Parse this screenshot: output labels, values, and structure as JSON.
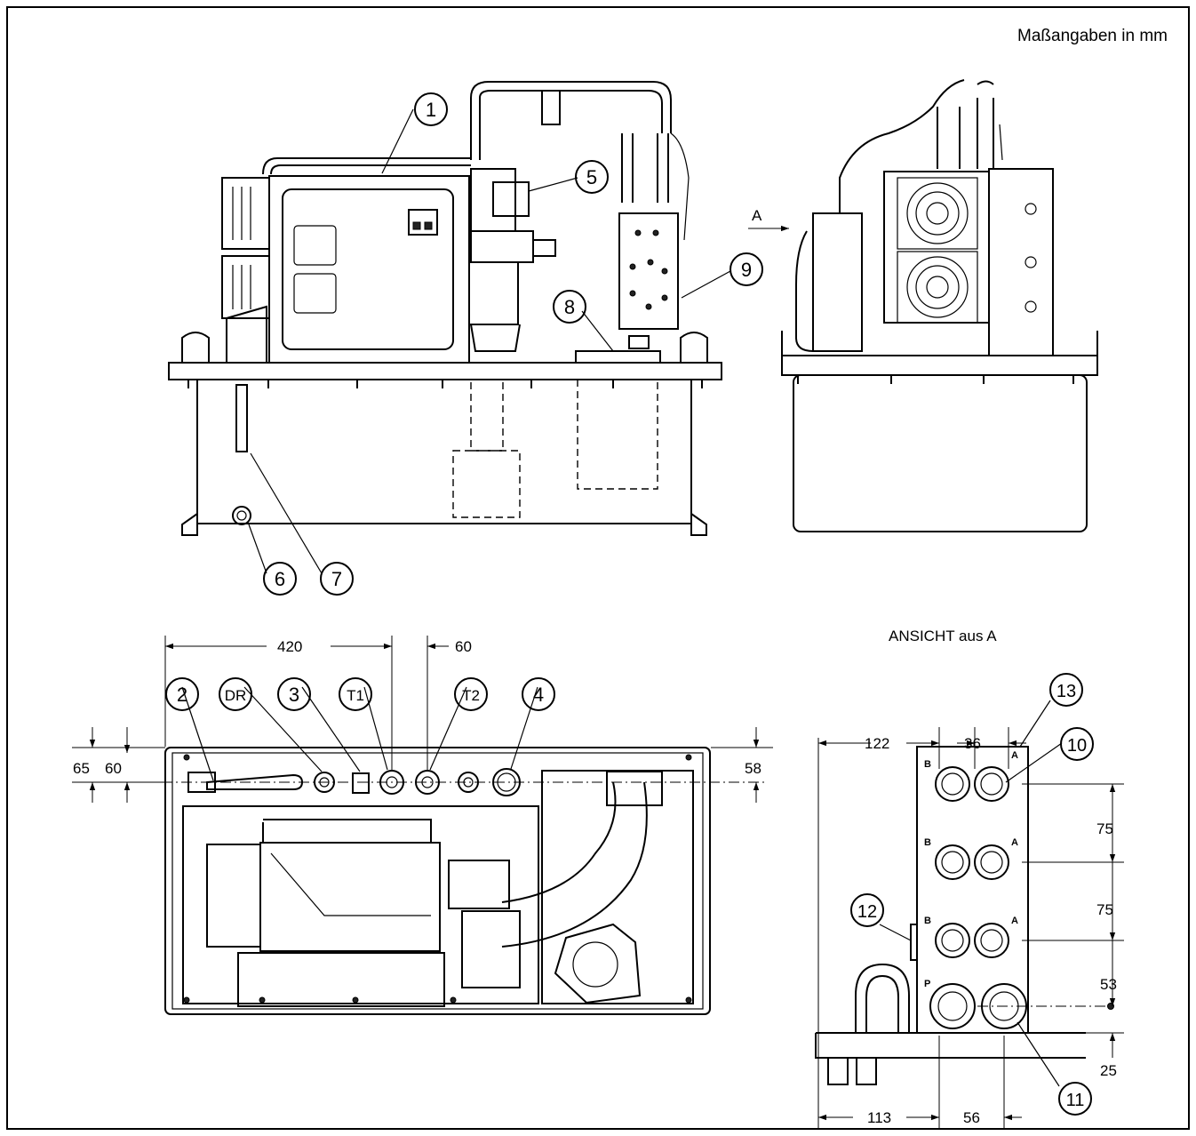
{
  "units_note": "Maßangaben in mm",
  "view_label": "ANSICHT aus A",
  "view_arrow_label": "A",
  "callouts": [
    "1",
    "2",
    "DR",
    "3",
    "T1",
    "T2",
    "4",
    "5",
    "6",
    "7",
    "8",
    "9",
    "10",
    "11",
    "12",
    "13"
  ],
  "dimensions": {
    "plan_width_top": "420",
    "plan_spacing_top": "60",
    "plan_left_outer": "65",
    "plan_left_inner": "60",
    "plan_right": "58",
    "block_width_top": "122",
    "block_spacing_top": "36",
    "block_pitch_1": "75",
    "block_pitch_2": "75",
    "block_pitch_3": "53",
    "block_base": "25",
    "block_width_bottom": "113",
    "block_spacing_bottom": "56"
  },
  "port_letters": {
    "a": "A",
    "b": "B",
    "p": "P"
  }
}
